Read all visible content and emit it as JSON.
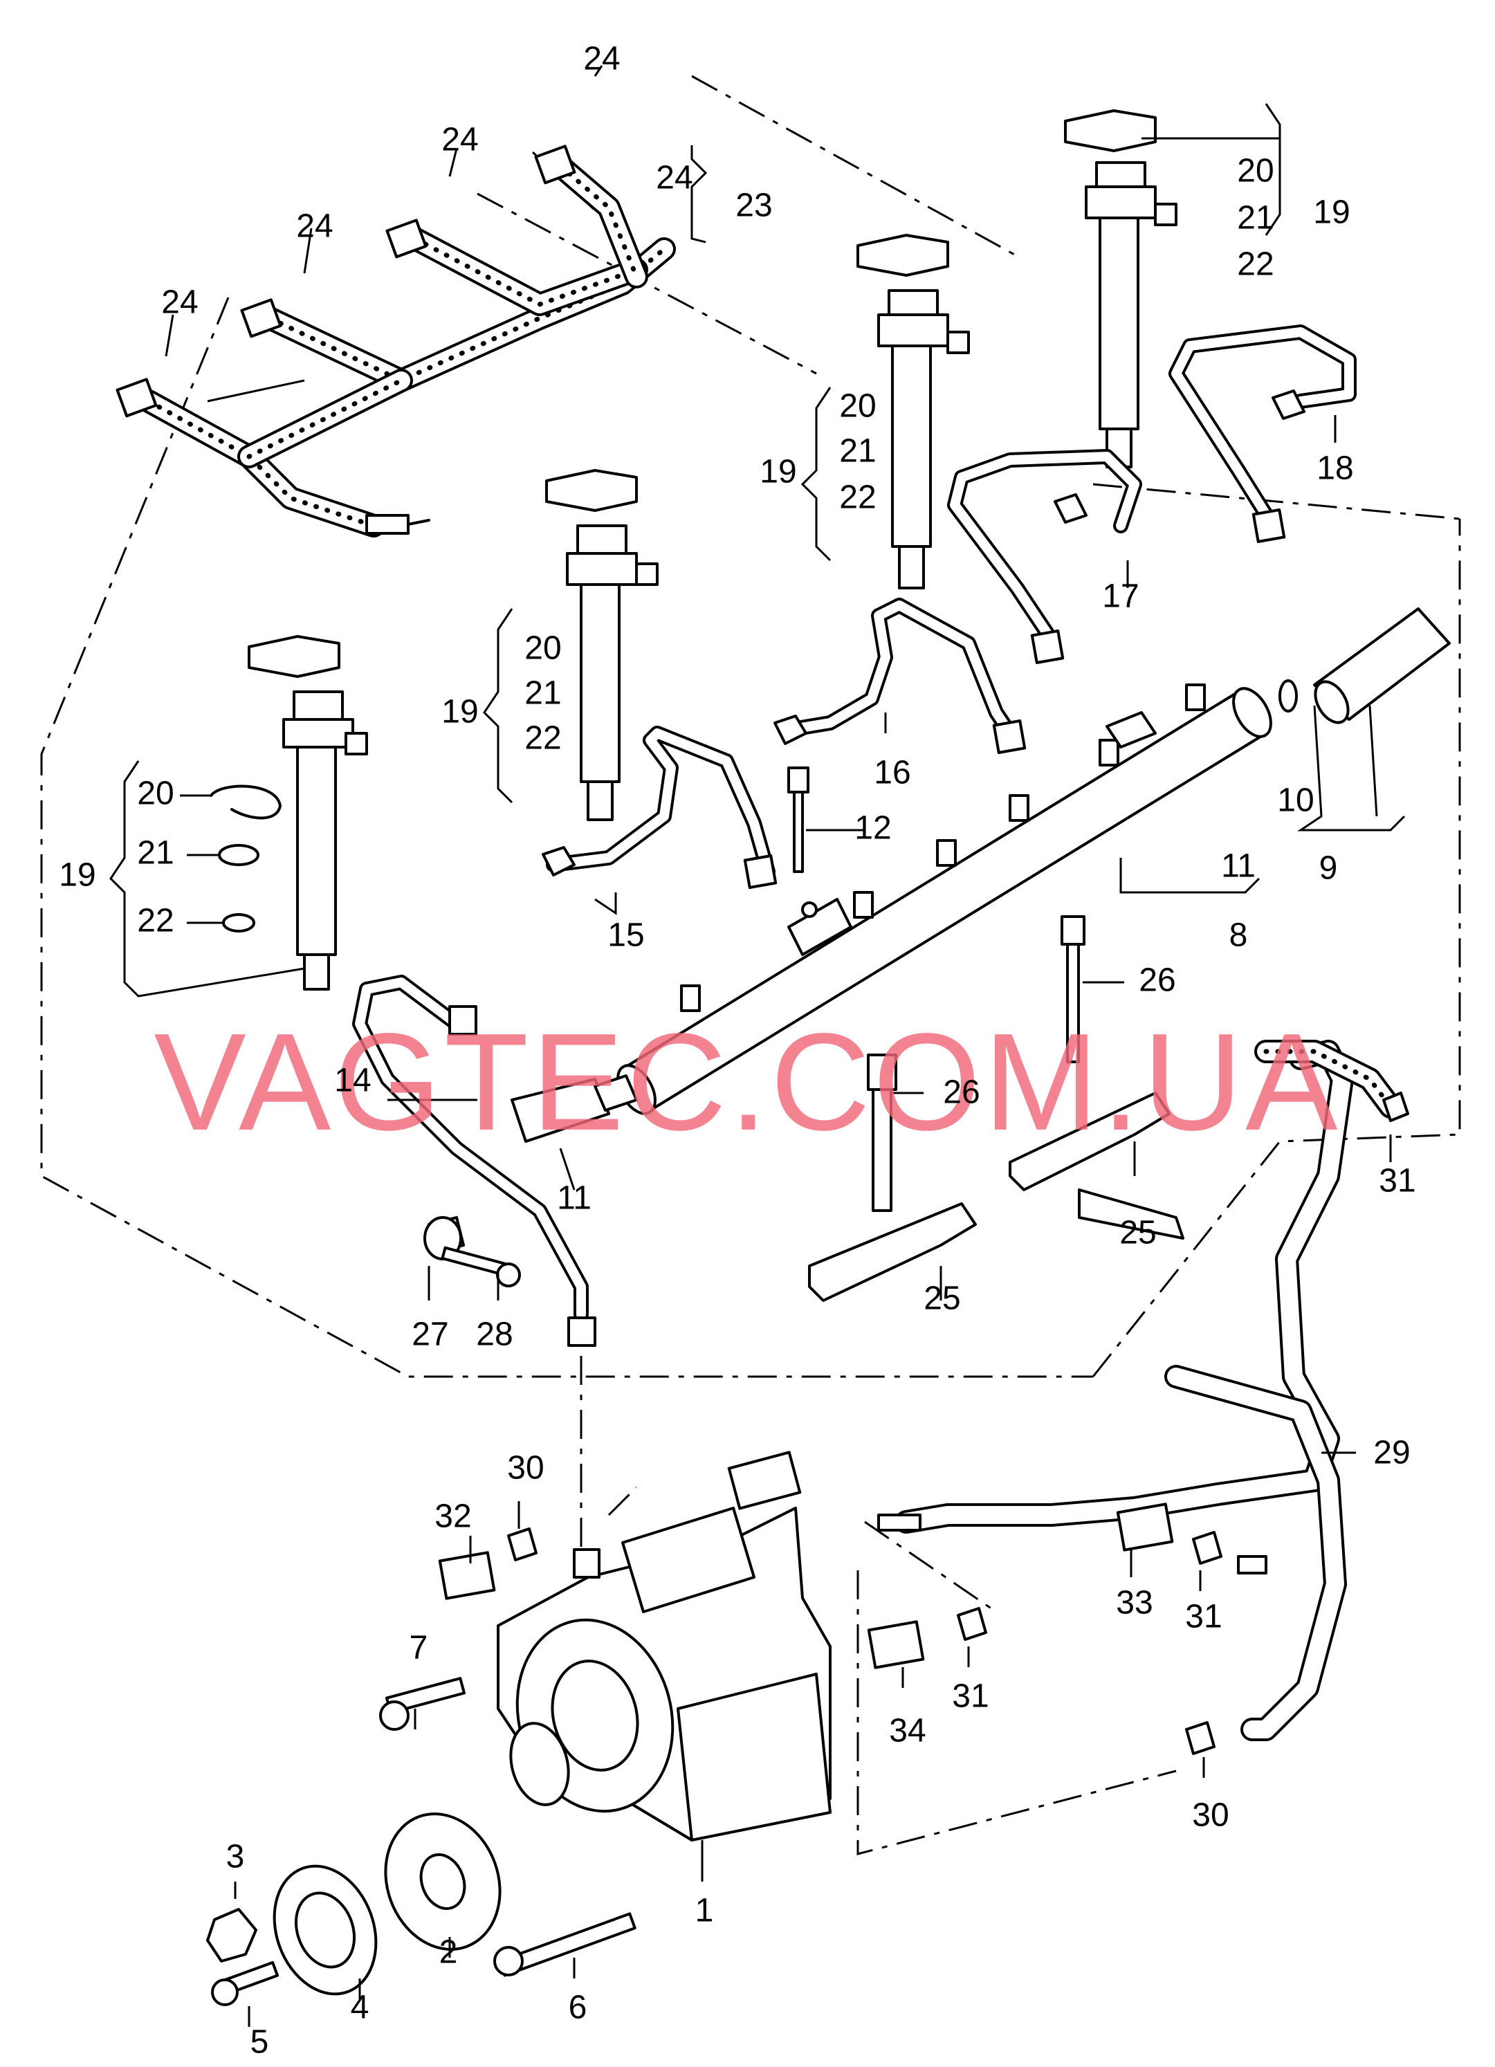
{
  "watermark": "VAGTEC.COM.UA",
  "callouts": {
    "c1": "1",
    "c2": "2",
    "c3": "3",
    "c4": "4",
    "c5": "5",
    "c6": "6",
    "c7": "7",
    "c8": "8",
    "c9": "9",
    "c10": "10",
    "c11a": "11",
    "c11b": "11",
    "c12": "12",
    "c14": "14",
    "c15": "15",
    "c16": "16",
    "c17": "17",
    "c18": "18",
    "c19a": "19",
    "c19b": "19",
    "c19c": "19",
    "c19d": "19",
    "c20a": "20",
    "c20b": "20",
    "c20c": "20",
    "c20d": "20",
    "c21a": "21",
    "c21b": "21",
    "c21c": "21",
    "c21d": "21",
    "c22a": "22",
    "c22b": "22",
    "c22c": "22",
    "c22d": "22",
    "c23": "23",
    "c24a": "24",
    "c24b": "24",
    "c24c": "24",
    "c24d": "24",
    "c24e": "24",
    "c25a": "25",
    "c25b": "25",
    "c26a": "26",
    "c26b": "26",
    "c27": "27",
    "c28": "28",
    "c29": "29",
    "c30a": "30",
    "c30b": "30",
    "c31a": "31",
    "c31b": "31",
    "c31c": "31",
    "c32": "32",
    "c33": "33",
    "c34": "34"
  }
}
